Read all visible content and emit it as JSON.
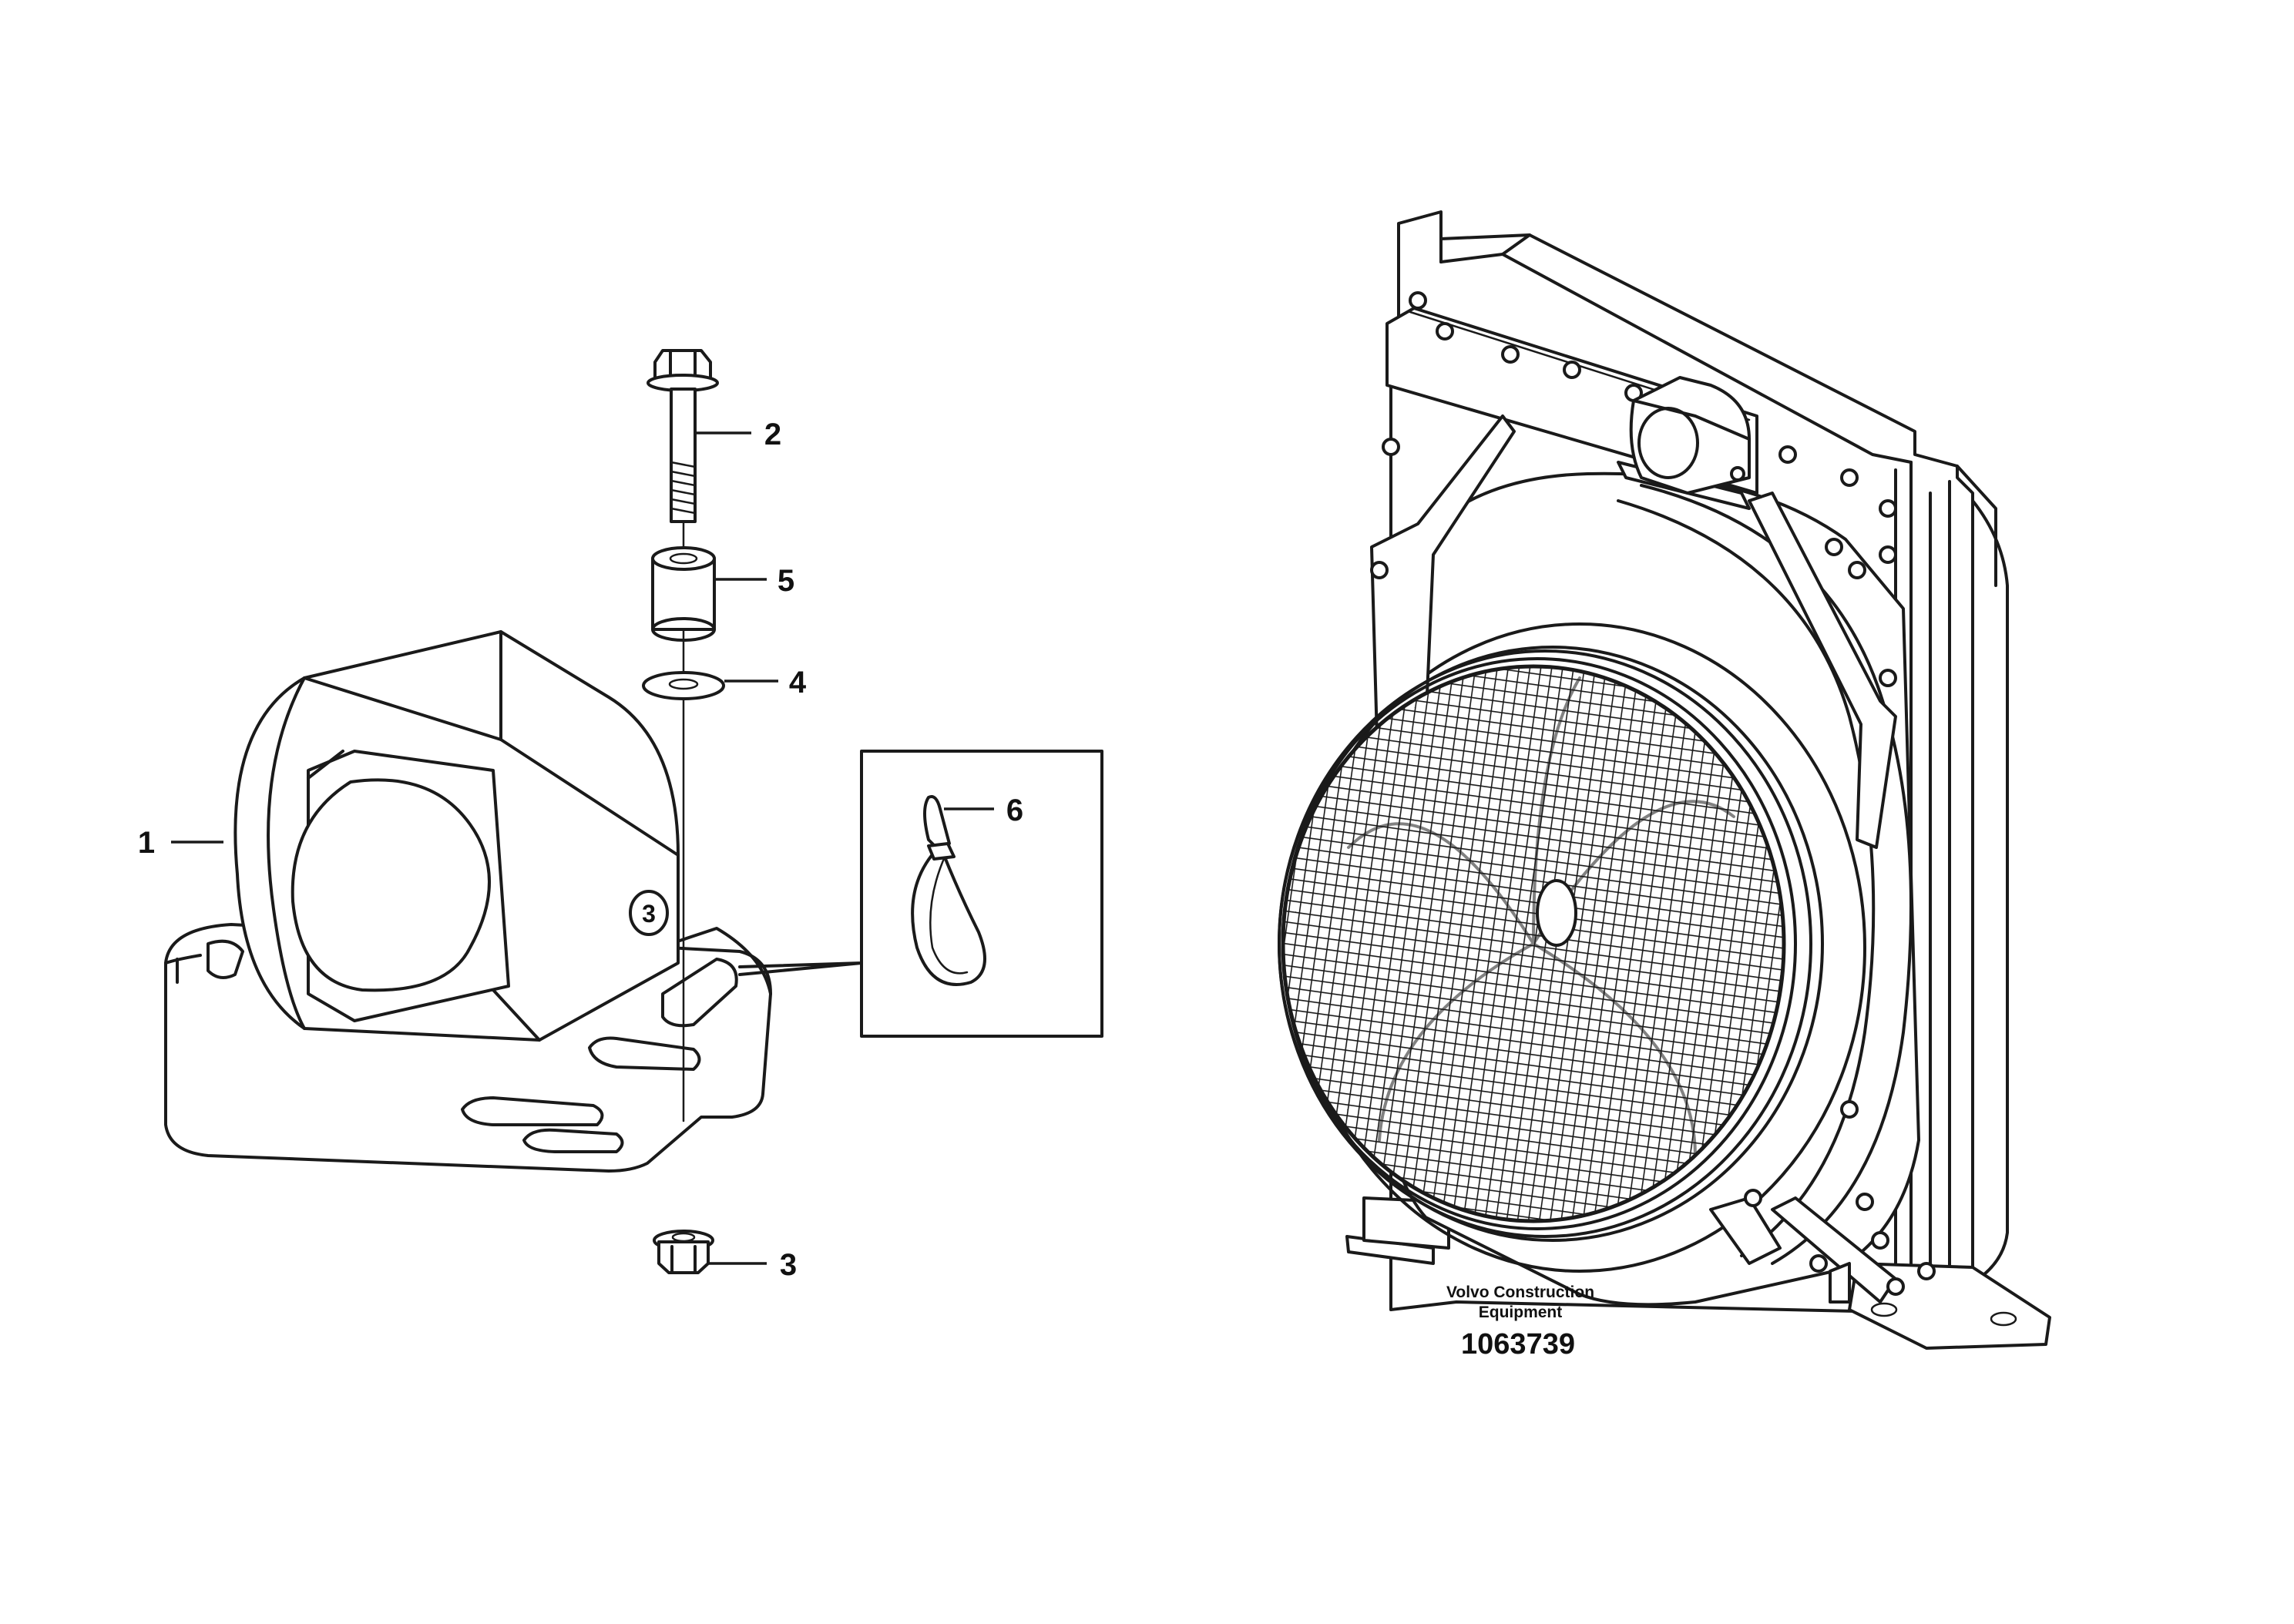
{
  "callouts": [
    {
      "id": "1",
      "label": "1"
    },
    {
      "id": "2",
      "label": "2"
    },
    {
      "id": "3",
      "label": "3"
    },
    {
      "id": "4",
      "label": "4"
    },
    {
      "id": "5",
      "label": "5"
    },
    {
      "id": "6",
      "label": "6"
    }
  ],
  "horn_stamp": "3",
  "manufacturer": {
    "line1": "Volvo Construction",
    "line2": "Equipment"
  },
  "drawing_number": "1063739"
}
